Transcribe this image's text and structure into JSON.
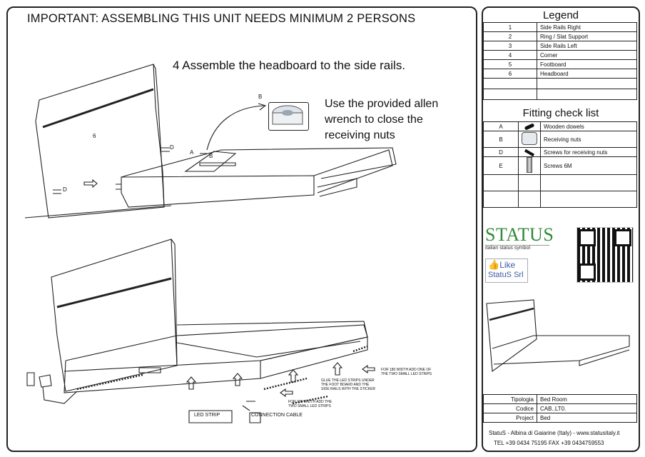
{
  "title": "IMPORTANT: ASSEMBLING THIS UNIT NEEDS MINIMUM 2 PERSONS",
  "step": "4 Assemble the headboard  to the side rails.",
  "note": {
    "line1": "Use the provided allen",
    "line2": "wrench to close the",
    "line3": "receiving nuts"
  },
  "callouts": {
    "b_label": "B",
    "part6": "6",
    "d1": "D",
    "d2": "D",
    "a": "A",
    "b2": "B"
  },
  "instructions": {
    "glue": "GLUE THE LED STRIPS UNDER THE FOOT BOARD AND THE SIDE RAILS WITH THE STICKER",
    "w180": "FOR 180 WIDTH ADD ONE OF THE TWO SMALL LED STRIPS",
    "w200": "FOR 200 WIDTH ADD THE TWO SMALL LED STRIPS",
    "led_strip": "LED STRIP",
    "connection_cable": "CONNECTION CABLE"
  },
  "legend": {
    "title": "Legend",
    "items": [
      {
        "num": "1",
        "label": "Side Rails Right"
      },
      {
        "num": "2",
        "label": "Ring / Slat Support"
      },
      {
        "num": "3",
        "label": "Side Rails Left"
      },
      {
        "num": "4",
        "label": "Corner"
      },
      {
        "num": "5",
        "label": "Footboard"
      },
      {
        "num": "6",
        "label": "Headboard"
      }
    ]
  },
  "checklist": {
    "title": "Fitting check list",
    "items": [
      {
        "code": "A",
        "label": "Wooden dowels",
        "icon": "dowel-icon"
      },
      {
        "code": "B",
        "label": "Receiving nuts",
        "icon": "nut-icon"
      },
      {
        "code": "D",
        "label": "Screws for receiving nuts",
        "icon": "screw-icon"
      },
      {
        "code": "E",
        "label": "Screws 6M",
        "icon": "bolt-icon"
      }
    ]
  },
  "brand": {
    "logo": "STATUS",
    "tagline": "italian status symbol",
    "like": "Like",
    "fb_name": "StatuS Srl"
  },
  "info": {
    "rows": [
      {
        "label": "Tipologia",
        "value": "Bed Room"
      },
      {
        "label": "Codice",
        "value": "CAB..LT0."
      },
      {
        "label": "Project",
        "value": "Bed"
      }
    ],
    "footer1": "StatuS - Albina di Gaiarine (Italy) - www.statusitaly.it",
    "footer2": "TEL +39 0434 75195  FAX +39 0434759553"
  },
  "colors": {
    "logo_green": "#2e8b3a",
    "logo_red": "#c8252a",
    "fb_blue": "#3b5ba5",
    "line": "#222222"
  }
}
